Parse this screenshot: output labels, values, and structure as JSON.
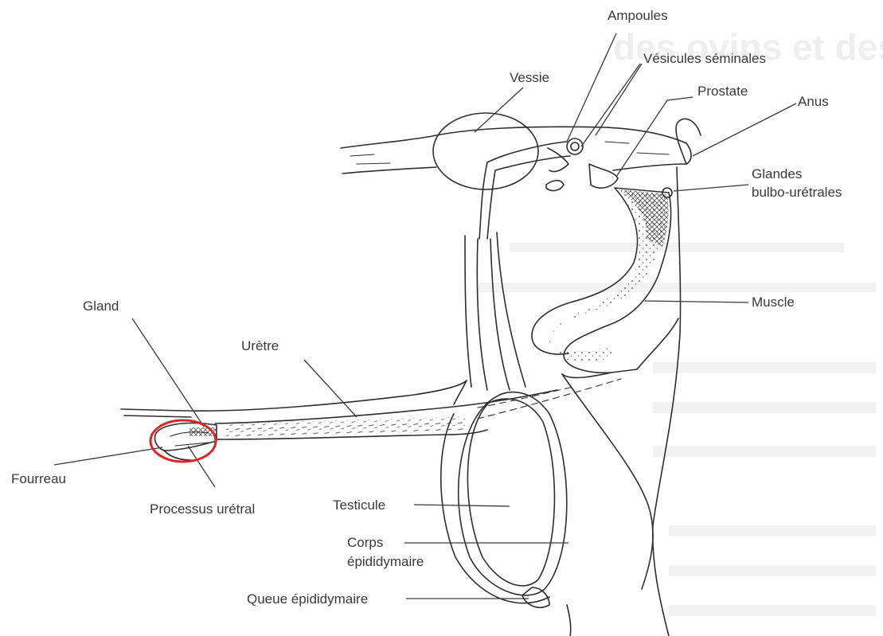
{
  "labels": {
    "ampoules": "Ampoules",
    "vessie": "Vessie",
    "vesicules": "Vésicules séminales",
    "prostate": "Prostate",
    "anus": "Anus",
    "glandes_1": "Glandes",
    "glandes_2": "bulbo-urétrales",
    "muscle": "Muscle",
    "gland": "Gland",
    "uretre": "Urètre",
    "fourreau": "Fourreau",
    "processus": "Processus urétral",
    "testicule": "Testicule",
    "corps_1": "Corps",
    "corps_2": "épididymaire",
    "queue": "Queue épididymaire"
  },
  "highlight": {
    "target": "Processus urétral",
    "color": "#e02424"
  },
  "colors": {
    "ink": "#2e2e2e",
    "label": "#3a3a3a"
  }
}
